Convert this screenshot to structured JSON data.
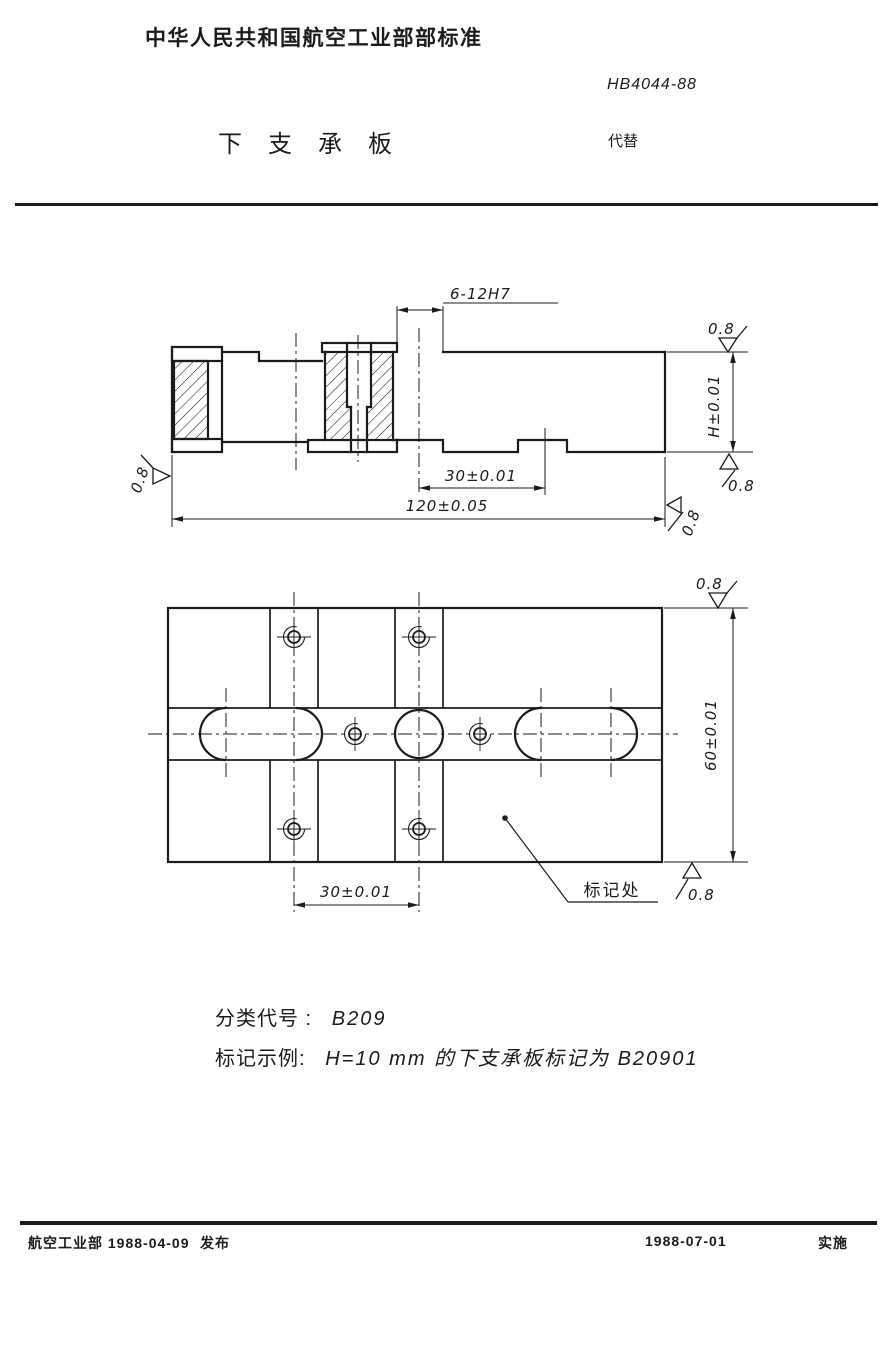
{
  "header": {
    "org": "中华人民共和国航空工业部部标准",
    "standard_no": "HB4044-88",
    "title": "下支承板",
    "supersedes_label": "代替"
  },
  "drawing": {
    "finish": "0.8",
    "section": {
      "dim_holes": "6-12H7",
      "dim_height": "H±0.01",
      "dim_spacing": "30±0.01",
      "dim_length": "120±0.05"
    },
    "plan": {
      "dim_width": "60±0.01",
      "dim_spacing": "30±0.01",
      "marking_label": "标记处"
    }
  },
  "notes": {
    "class_code_label": "分类代号 :",
    "class_code_value": "B209",
    "marking_example_label": "标记示例:",
    "marking_example_value": "H=10 mm 的下支承板标记为 B20901"
  },
  "footer": {
    "issuer_and_date": "航空工业部 1988-04-09",
    "issue_label": "发布",
    "impl_date": "1988-07-01",
    "impl_label": "实施"
  }
}
